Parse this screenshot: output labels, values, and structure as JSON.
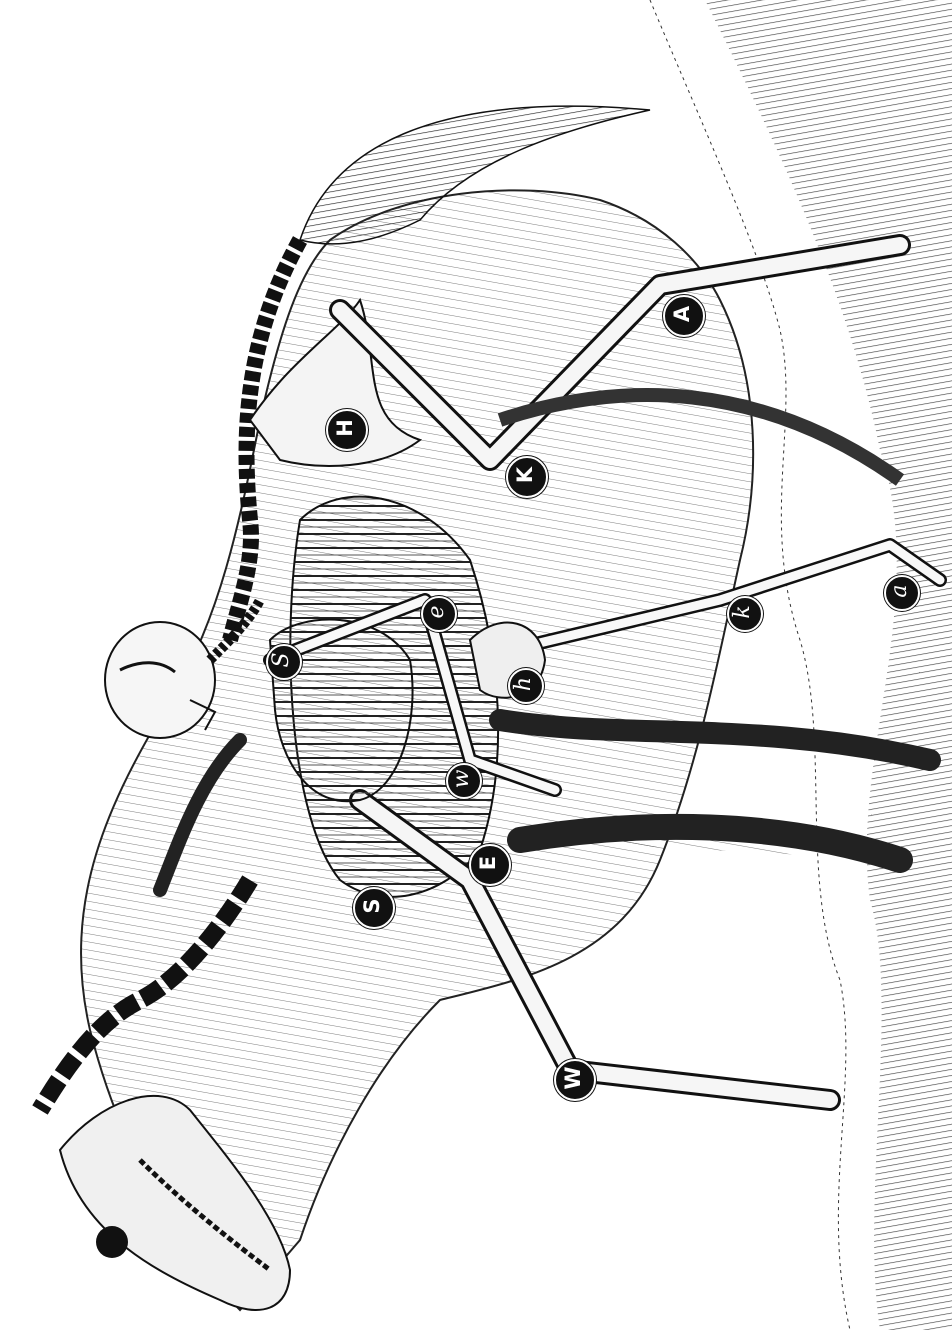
{
  "figure": {
    "background": "#ffffff",
    "ink": "#1a1a1a",
    "orientation": "rotated 90 degrees counter-clockwise"
  },
  "horse_joint_labels": {
    "hip": "H",
    "stifle": "K",
    "hock": "A",
    "shoulder": "S",
    "elbow": "E",
    "wrist": "W"
  },
  "human_joint_labels": {
    "shoulder": "S",
    "elbow": "e",
    "wrist": "w",
    "hip": "h",
    "knee": "k",
    "ankle": "a"
  }
}
